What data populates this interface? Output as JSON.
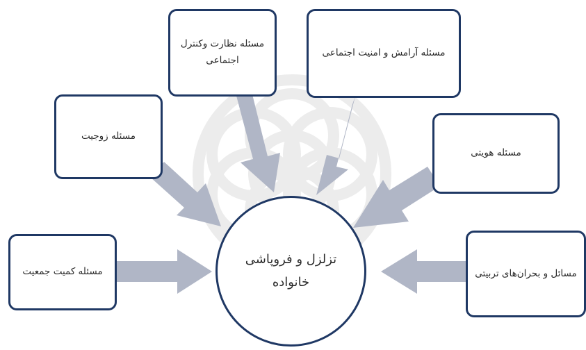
{
  "center": {
    "label": "تزلزل و فروپاشی خانواده"
  },
  "boxes": {
    "social_control": "مسئله نظارت وکنترل اجتماعی",
    "social_security": "مسئله آرامش و امنیت اجتماعی",
    "marriage": "مسئله زوجیت",
    "identity": "مسئله هویتی",
    "population": "مسئله کمیت جمعیت",
    "educational": "مسائل و بحران‌های تربیتی"
  },
  "colors": {
    "box_border": "#1f3864",
    "arrow_fill": "#b0b6c6",
    "watermark": "#ececec",
    "text": "#2b2b2b"
  }
}
